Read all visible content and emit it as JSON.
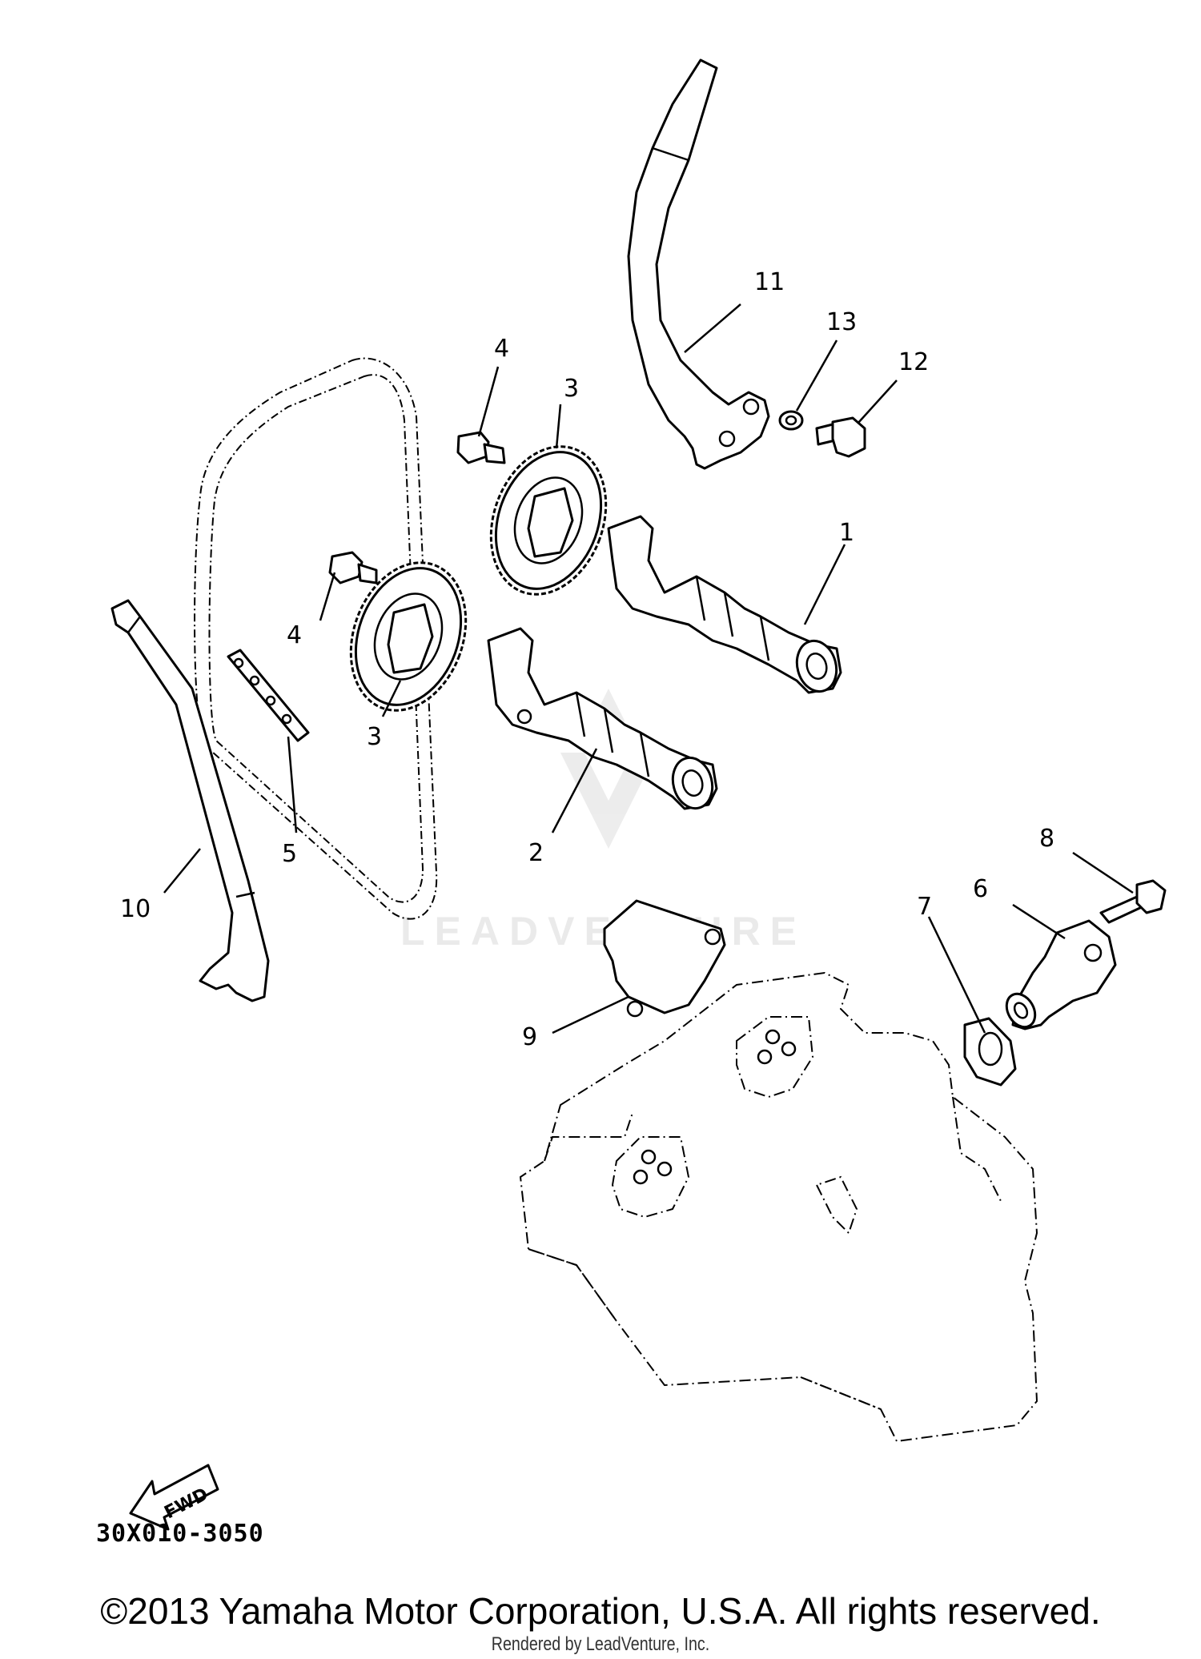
{
  "diagram": {
    "callouts": [
      "1",
      "2",
      "3",
      "3",
      "4",
      "4",
      "5",
      "6",
      "7",
      "8",
      "9",
      "10",
      "11",
      "12",
      "13"
    ],
    "fwd_label": "FWD",
    "code": "30X010-3050",
    "watermark": "LEADVENTURE"
  },
  "footer": {
    "copyright": "©2013 Yamaha Motor Corporation, U.S.A. All rights reserved.",
    "rendered_by": "Rendered by LeadVenture, Inc."
  }
}
